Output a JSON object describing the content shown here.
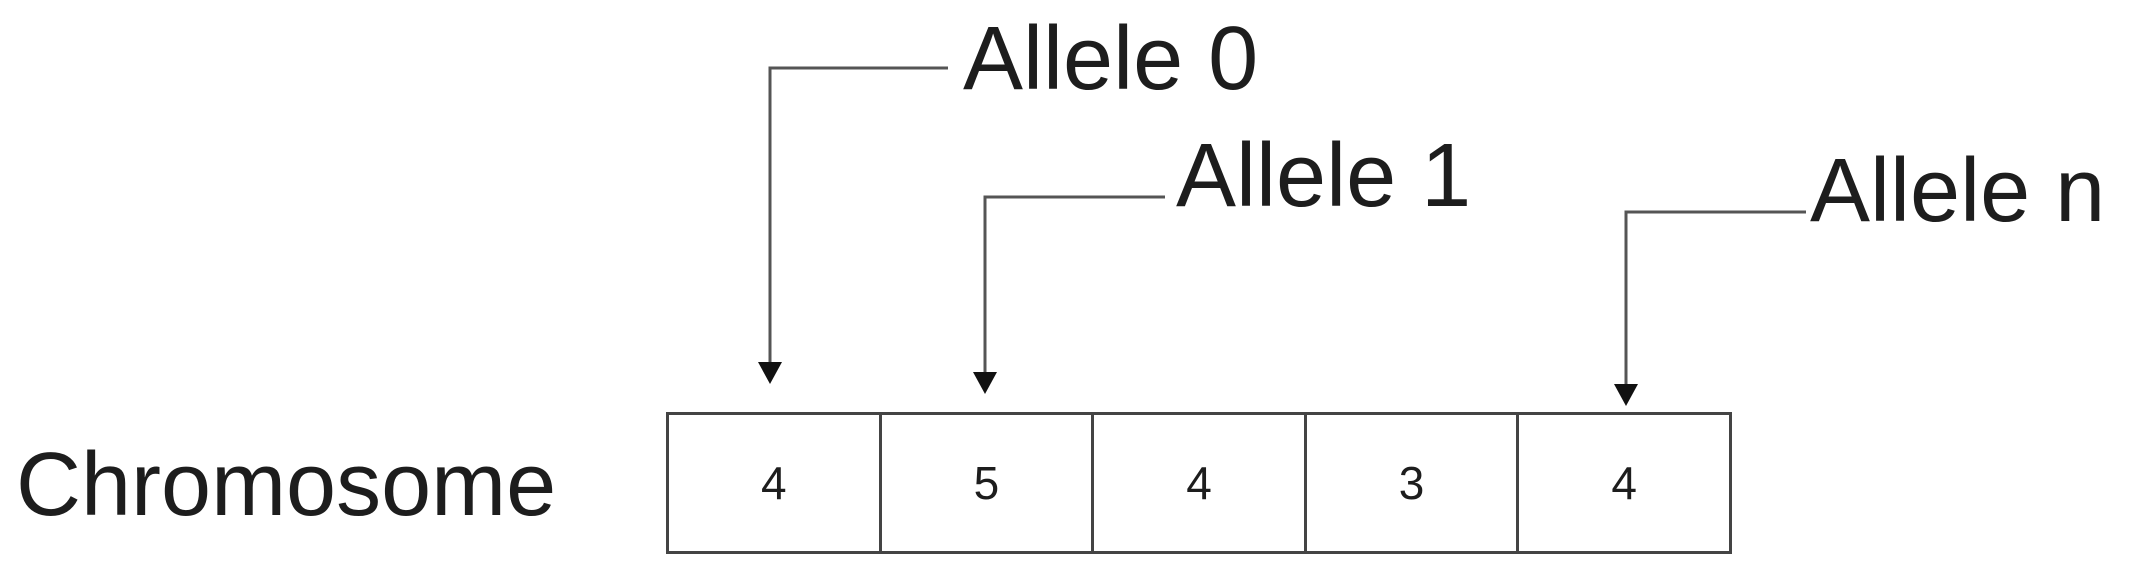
{
  "diagram": {
    "chromosome_label": "Chromosome",
    "genes": [
      "4",
      "5",
      "4",
      "3",
      "4"
    ],
    "alleles": [
      {
        "label": "Allele 0",
        "points_to_gene_index": 0
      },
      {
        "label": "Allele 1",
        "points_to_gene_index": 1
      },
      {
        "label": "Allele n",
        "points_to_gene_index": 4
      }
    ],
    "colors": {
      "text": "#1d1d1d",
      "box_stroke": "#444444",
      "connector": "#555555",
      "arrowhead": "#111111"
    }
  }
}
